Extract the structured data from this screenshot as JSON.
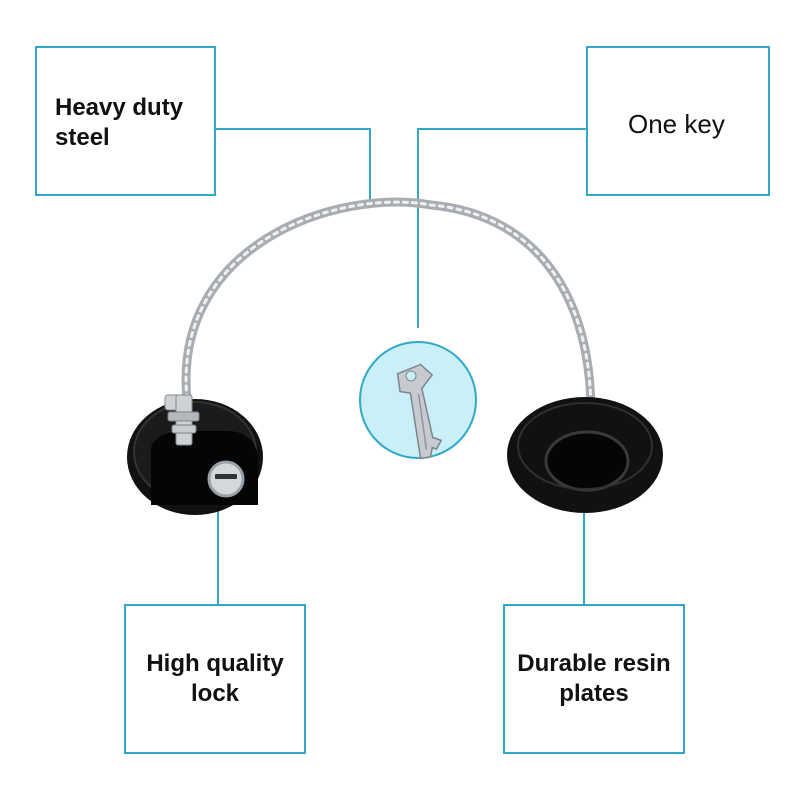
{
  "callouts": {
    "steel": "Heavy duty\nsteel",
    "key": "One key",
    "lock": "High quality\nlock",
    "resin": "Durable resin\nplates"
  },
  "colors": {
    "accent": "#31a8c8",
    "key_circle_fill": "#c9eff9",
    "plate": "#111111",
    "cable": "#9aa0a6",
    "metal": "#d8dadd"
  }
}
